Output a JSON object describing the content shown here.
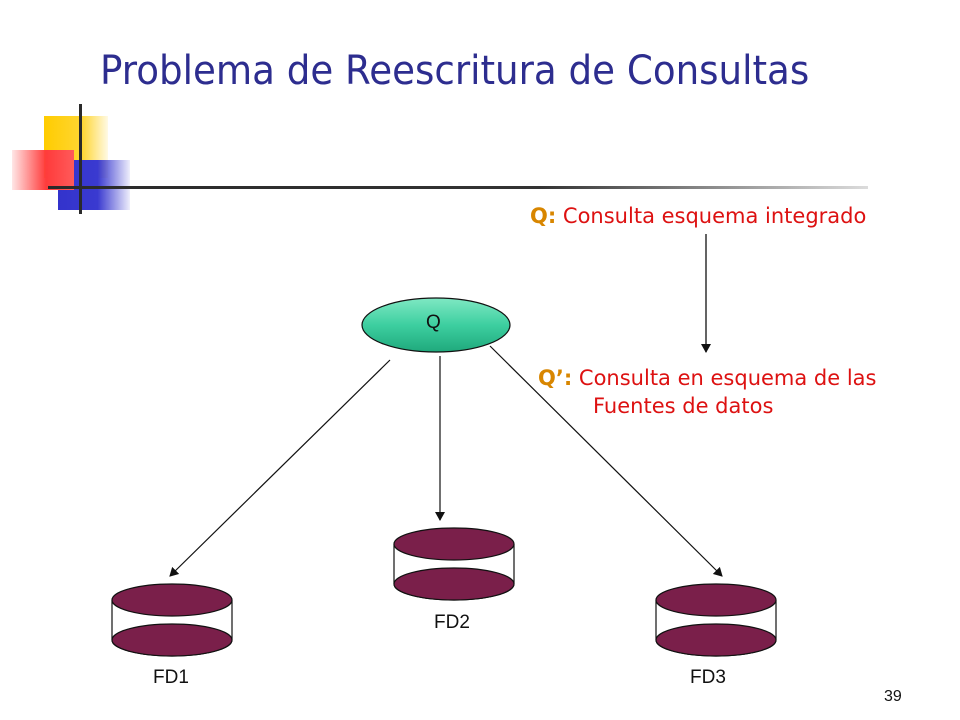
{
  "slide": {
    "title": "Problema de Reescritura de Consultas",
    "page_number": "39"
  },
  "notes": {
    "q_prefix": "Q:",
    "q_text": " Consulta esquema integrado",
    "qp_prefix": "Q’:",
    "qp_line1": " Consulta en esquema de las",
    "qp_line2": "Fuentes de datos"
  },
  "diagram": {
    "query_node": "Q",
    "sources": [
      "FD1",
      "FD2",
      "FD3"
    ]
  },
  "colors": {
    "title": "#2d2d8f",
    "note_text": "#dd1111",
    "note_prefix": "#d88600",
    "query_fill": "#3dcfa0",
    "cylinder_fill": "#7a1f4a"
  }
}
